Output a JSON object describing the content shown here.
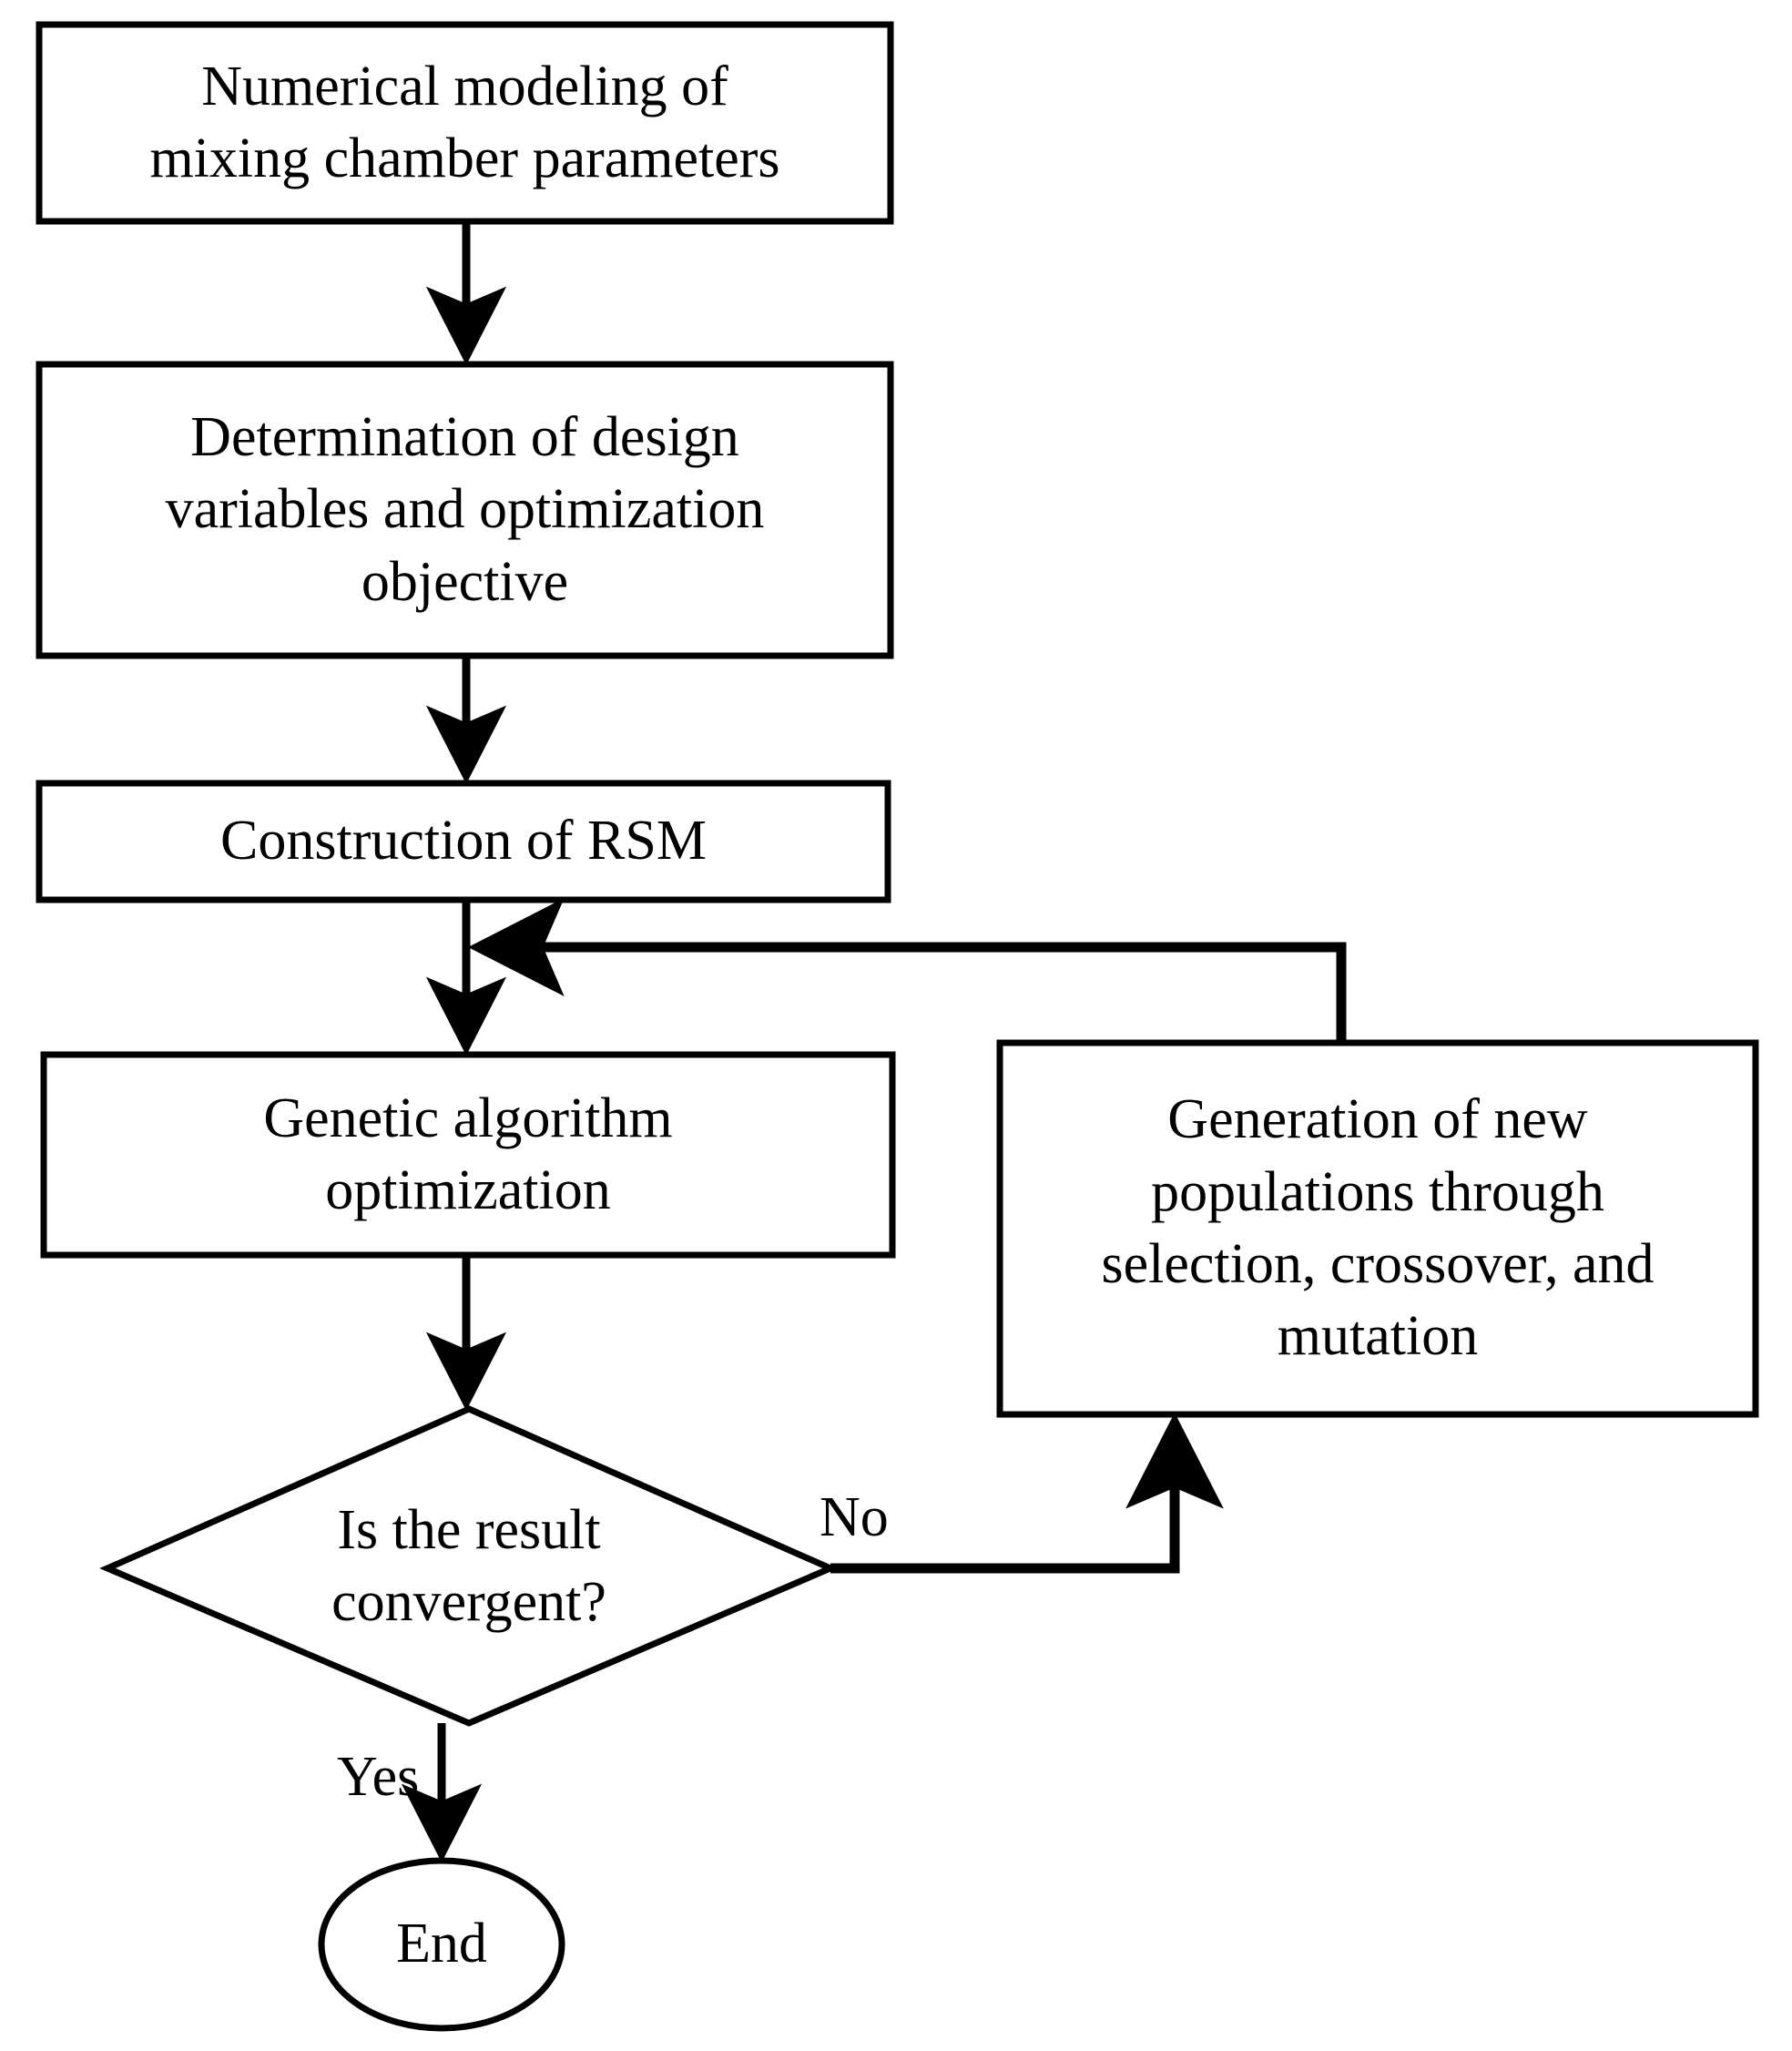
{
  "diagram": {
    "title": "Numerical modeling and genetic algorithm optimization flowchart",
    "type": "flowchart",
    "colors": {
      "background": "#ffffff",
      "stroke": "#000000",
      "text": "#000000"
    },
    "nodes": [
      {
        "id": "numerical-modeling",
        "shape": "rectangle",
        "text": "Numerical modeling  of\nmixing chamber parameters"
      },
      {
        "id": "design-variables",
        "shape": "rectangle",
        "text": "Determination of design\nvariables and optimization\nobjective"
      },
      {
        "id": "construction-rsm",
        "shape": "rectangle",
        "text": "Construction of RSM"
      },
      {
        "id": "genetic-algorithm",
        "shape": "rectangle",
        "text": "Genetic algorithm\noptimization"
      },
      {
        "id": "generation-new-populations",
        "shape": "rectangle",
        "text": "Generation of new\npopulations through\nselection, crossover, and\nmutation"
      },
      {
        "id": "decision-convergent",
        "shape": "diamond",
        "text": "Is the result\nconvergent?"
      },
      {
        "id": "end",
        "shape": "ellipse",
        "text": "End"
      }
    ],
    "edges": [
      {
        "id": "e1",
        "from": "numerical-modeling",
        "to": "design-variables",
        "label": ""
      },
      {
        "id": "e2",
        "from": "design-variables",
        "to": "construction-rsm",
        "label": ""
      },
      {
        "id": "e3",
        "from": "construction-rsm",
        "to": "genetic-algorithm",
        "label": ""
      },
      {
        "id": "e4",
        "from": "genetic-algorithm",
        "to": "decision-convergent",
        "label": ""
      },
      {
        "id": "e5",
        "from": "decision-convergent",
        "to": "generation-new-populations",
        "label": "No"
      },
      {
        "id": "e6",
        "from": "generation-new-populations",
        "to": "construction-rsm",
        "label": ""
      },
      {
        "id": "e7",
        "from": "decision-convergent",
        "to": "end",
        "label": "Yes"
      }
    ],
    "edge_labels": {
      "no": "No",
      "yes": "Yes"
    }
  }
}
